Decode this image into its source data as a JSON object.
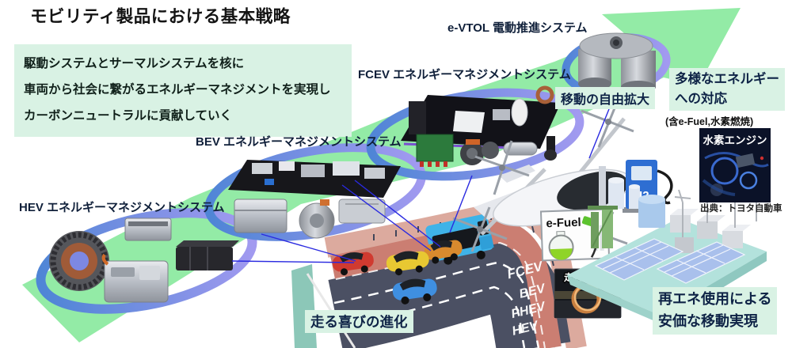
{
  "title": "モビリティ製品における基本戦略",
  "strategy_box": {
    "lines": [
      "駆動システムとサーマルシステムを核に",
      "車両から社会に繋がるエネルギーマネジメントを実現し",
      "カーボンニュートラルに貢献していく"
    ]
  },
  "system_labels": {
    "hev": "HEV エネルギーマネジメントシステム",
    "bev": "BEV エネルギーマネジメントシステム",
    "fcev": "FCEV エネルギーマネジメントシステム",
    "evtol": "e-VTOL 電動推進システム"
  },
  "callouts": {
    "mobility_freedom": "移動の自由拡大",
    "diverse_energy_line1": "多様なエネルギー",
    "diverse_energy_line2": "への対応",
    "diverse_energy_note": "(含e-Fuel,水素燃焼)",
    "renewable_line1": "再エネ使用による",
    "renewable_line2": "安価な移動実現",
    "driving_joy": "走る喜びの進化"
  },
  "panels": {
    "hydrogen_engine": "水素エンジン",
    "hydrogen_engine_source": "出典：トヨタ自動車",
    "efuel": "e-Fuel",
    "dynamic_charging": "走行中給電",
    "h2_station": "H2"
  },
  "road": {
    "lanes": [
      "FCEV",
      "BEV",
      "PHEV",
      "HEV"
    ]
  },
  "colors": {
    "arrow_green": "#93eba6",
    "ring_blue": "#4f85d6",
    "ring_purple": "#a29af0",
    "highlight_mint": "#d9f2e4",
    "road_dark": "#4b5063",
    "lane_fcev_salmon": "#cb7e72",
    "sidewalk_pink": "#dcaa9e",
    "label_navy": "#101c30"
  }
}
